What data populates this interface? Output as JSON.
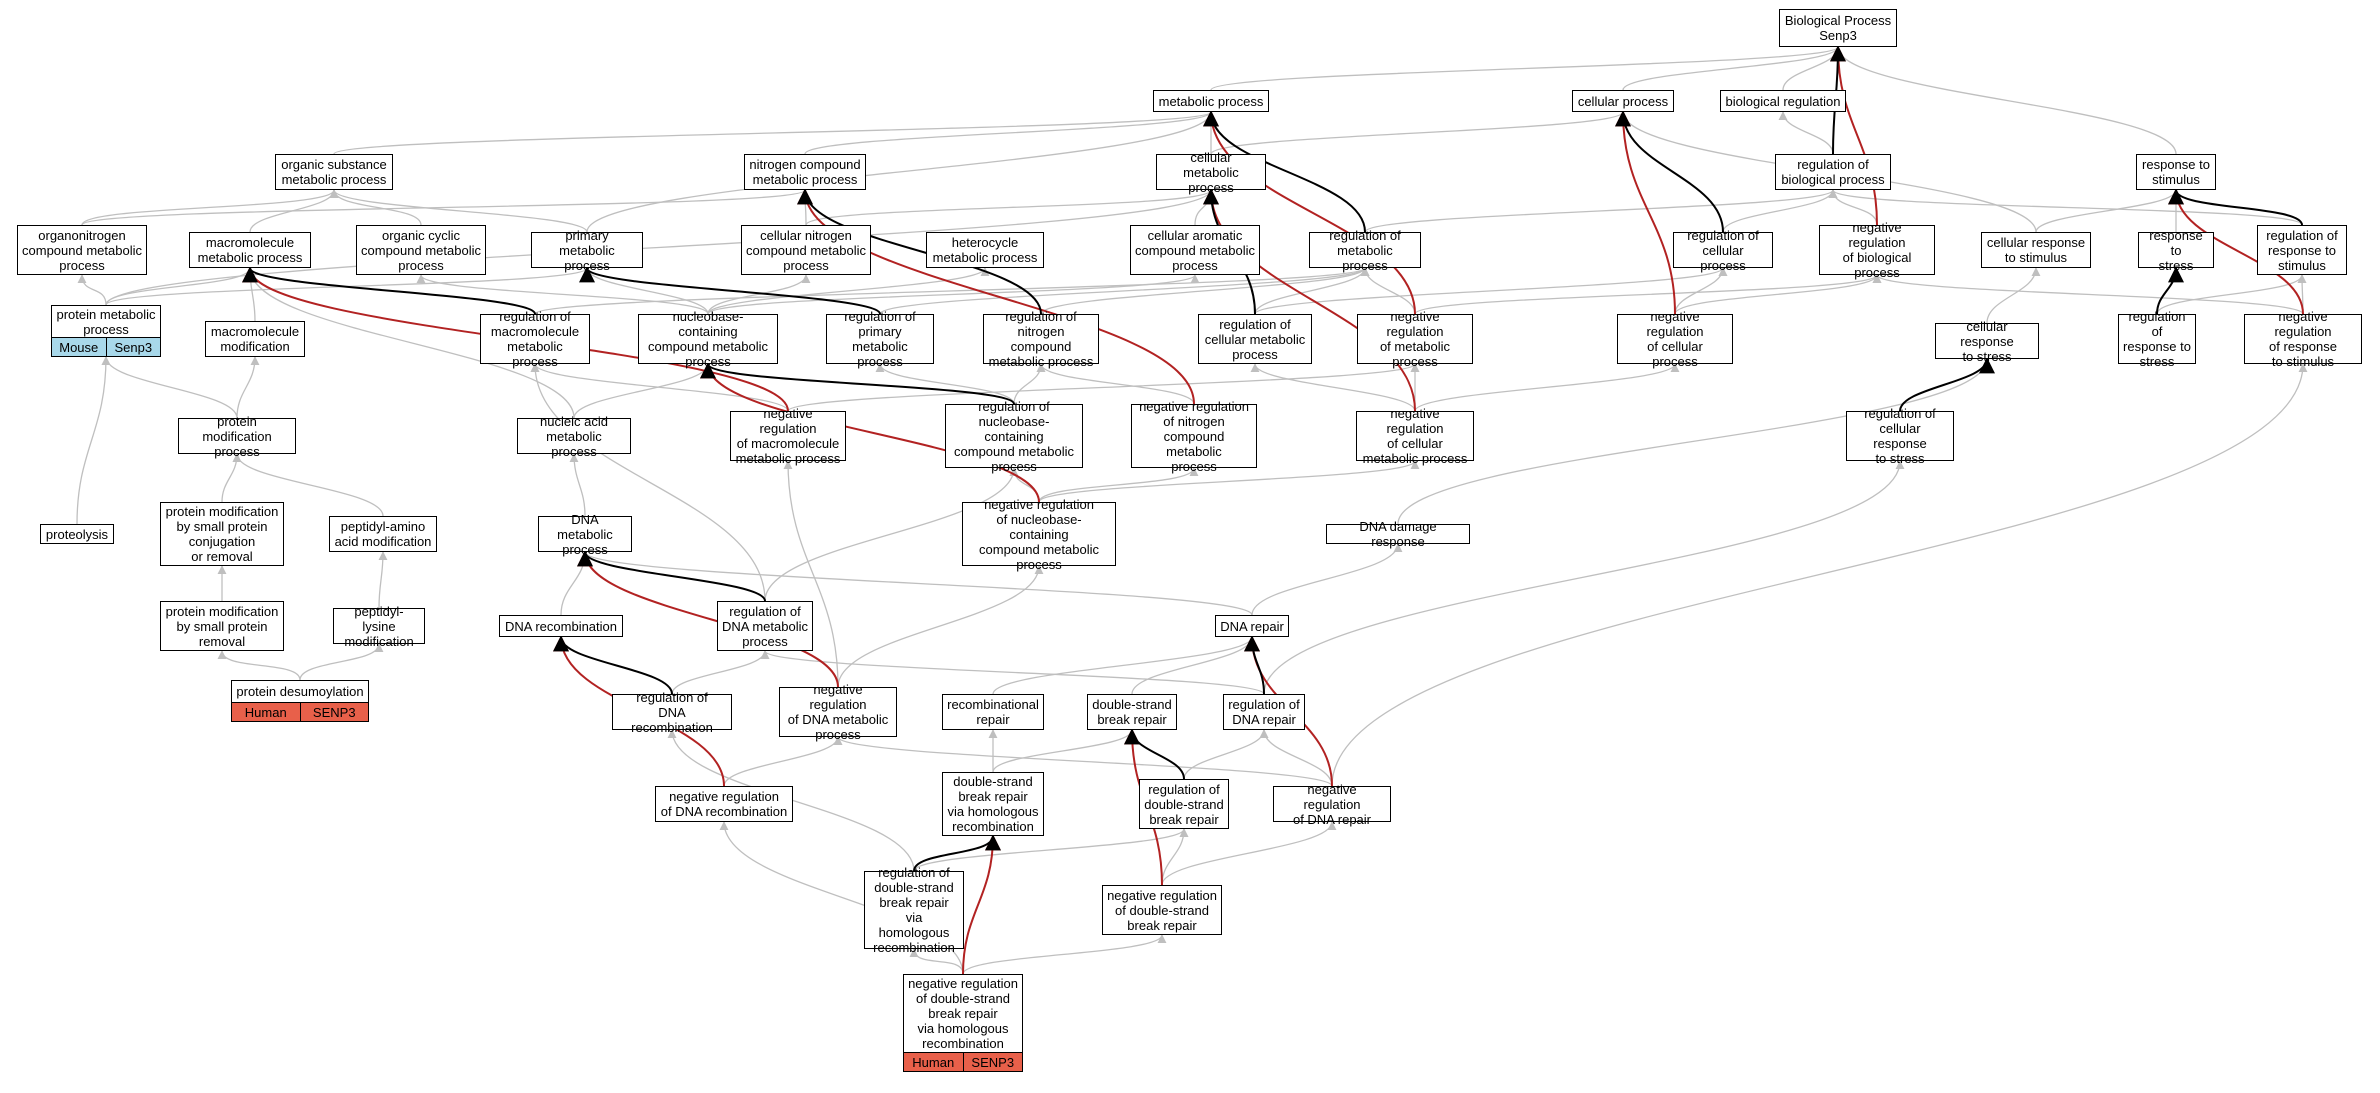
{
  "colors": {
    "edge_default": "#bfbfbf",
    "edge_positive": "#000000",
    "edge_negative": "#b22222",
    "tag_mouse": "#a8d8ea",
    "tag_human": "#e8604a"
  },
  "nodes": [
    {
      "id": "bp",
      "label": "Biological Process\nSenp3"
    },
    {
      "id": "mp",
      "label": "metabolic process"
    },
    {
      "id": "cp",
      "label": "cellular process"
    },
    {
      "id": "br",
      "label": "biological regulation"
    },
    {
      "id": "osmp",
      "label": "organic substance\nmetabolic process"
    },
    {
      "id": "ncmp",
      "label": "nitrogen compound\nmetabolic process"
    },
    {
      "id": "cmp",
      "label": "cellular metabolic\nprocess"
    },
    {
      "id": "rbp",
      "label": "regulation of\nbiological process"
    },
    {
      "id": "rts",
      "label": "response to\nstimulus"
    },
    {
      "id": "oncmp",
      "label": "organonitrogen\ncompound metabolic\nprocess"
    },
    {
      "id": "mmp",
      "label": "macromolecule\nmetabolic process"
    },
    {
      "id": "occmp",
      "label": "organic cyclic\ncompound metabolic\nprocess"
    },
    {
      "id": "pmp",
      "label": "primary metabolic\nprocess"
    },
    {
      "id": "cncmp",
      "label": "cellular nitrogen\ncompound metabolic\nprocess"
    },
    {
      "id": "hmp",
      "label": "heterocycle\nmetabolic process"
    },
    {
      "id": "cacmp",
      "label": "cellular aromatic\ncompound metabolic\nprocess"
    },
    {
      "id": "rmp",
      "label": "regulation of\nmetabolic process"
    },
    {
      "id": "rcp",
      "label": "regulation of\ncellular process"
    },
    {
      "id": "nrbp",
      "label": "negative regulation\nof biological\nprocess"
    },
    {
      "id": "crs",
      "label": "cellular response\nto stimulus"
    },
    {
      "id": "rtstr",
      "label": "response to\nstress"
    },
    {
      "id": "rrts",
      "label": "regulation of\nresponse to\nstimulus"
    },
    {
      "id": "prmp",
      "label": "protein metabolic\nprocess",
      "tags": [
        {
          "text": "Mouse",
          "color": "tag_mouse"
        },
        {
          "text": "Senp3",
          "color": "tag_mouse"
        }
      ]
    },
    {
      "id": "mmod",
      "label": "macromolecule\nmodification"
    },
    {
      "id": "rmmp",
      "label": "regulation of\nmacromolecule\nmetabolic process"
    },
    {
      "id": "nbcmp",
      "label": "nucleobase-containing\ncompound metabolic\nprocess"
    },
    {
      "id": "rpmp",
      "label": "regulation of\nprimary metabolic\nprocess"
    },
    {
      "id": "rncmp",
      "label": "regulation of\nnitrogen compound\nmetabolic process"
    },
    {
      "id": "rcmp",
      "label": "regulation of\ncellular metabolic\nprocess"
    },
    {
      "id": "nrmp",
      "label": "negative regulation\nof metabolic\nprocess"
    },
    {
      "id": "nrcp",
      "label": "negative regulation\nof cellular\nprocess"
    },
    {
      "id": "crstr",
      "label": "cellular response\nto stress"
    },
    {
      "id": "rrstr",
      "label": "regulation of\nresponse to\nstress"
    },
    {
      "id": "nrrts",
      "label": "negative regulation\nof response\nto stimulus"
    },
    {
      "id": "pmod",
      "label": "protein modification\nprocess"
    },
    {
      "id": "namp",
      "label": "nucleic acid\nmetabolic process"
    },
    {
      "id": "nrmmp",
      "label": "negative regulation\nof macromolecule\nmetabolic process"
    },
    {
      "id": "rnbcmp",
      "label": "regulation of\nnucleobase-containing\ncompound metabolic\nprocess"
    },
    {
      "id": "nrncmp",
      "label": "negative regulation\nof nitrogen\ncompound metabolic\nprocess"
    },
    {
      "id": "nrcmp",
      "label": "negative regulation\nof cellular\nmetabolic process"
    },
    {
      "id": "rcrstr",
      "label": "regulation of\ncellular response\nto stress"
    },
    {
      "id": "prot",
      "label": "proteolysis"
    },
    {
      "id": "pmspc",
      "label": "protein modification\nby small protein\nconjugation\nor removal"
    },
    {
      "id": "pam",
      "label": "peptidyl-amino\nacid modification"
    },
    {
      "id": "dnamp",
      "label": "DNA metabolic\nprocess"
    },
    {
      "id": "nrnbcmp",
      "label": "negative regulation\nof nucleobase-containing\ncompound metabolic\nprocess"
    },
    {
      "id": "ddr",
      "label": "DNA damage response"
    },
    {
      "id": "pmspr",
      "label": "protein modification\nby small protein\nremoval"
    },
    {
      "id": "plm",
      "label": "peptidyl-lysine\nmodification"
    },
    {
      "id": "dnarec",
      "label": "DNA recombination"
    },
    {
      "id": "rdnamp",
      "label": "regulation of\nDNA metabolic\nprocess"
    },
    {
      "id": "dnarep",
      "label": "DNA repair"
    },
    {
      "id": "pdesumo",
      "label": "protein desumoylation",
      "tags": [
        {
          "text": "Human",
          "color": "tag_human"
        },
        {
          "text": "SENP3",
          "color": "tag_human"
        }
      ]
    },
    {
      "id": "rdnarec",
      "label": "regulation of\nDNA recombination"
    },
    {
      "id": "nrdnamp",
      "label": "negative regulation\nof DNA metabolic\nprocess"
    },
    {
      "id": "recrep",
      "label": "recombinational\nrepair"
    },
    {
      "id": "dsbr",
      "label": "double-strand\nbreak repair"
    },
    {
      "id": "rdnarep",
      "label": "regulation of\nDNA repair"
    },
    {
      "id": "nrdnarec",
      "label": "negative regulation\nof DNA recombination"
    },
    {
      "id": "dsbrhr",
      "label": "double-strand\nbreak repair\nvia homologous\nrecombination"
    },
    {
      "id": "rdsbr",
      "label": "regulation of\ndouble-strand\nbreak repair"
    },
    {
      "id": "nrdnarep",
      "label": "negative regulation\nof DNA repair"
    },
    {
      "id": "rdsbrhr",
      "label": "regulation of\ndouble-strand\nbreak repair\nvia homologous\nrecombination"
    },
    {
      "id": "nrdsbr",
      "label": "negative regulation\nof double-strand\nbreak repair"
    },
    {
      "id": "nrdsbrhr",
      "label": "negative regulation\nof double-strand\nbreak repair\nvia homologous\nrecombination",
      "tags": [
        {
          "text": "Human",
          "color": "tag_human"
        },
        {
          "text": "SENP3",
          "color": "tag_human"
        }
      ]
    }
  ],
  "edges": [
    [
      "mp",
      "bp",
      "g"
    ],
    [
      "cp",
      "bp",
      "g"
    ],
    [
      "br",
      "bp",
      "g"
    ],
    [
      "rbp",
      "bp",
      "k"
    ],
    [
      "nrbp",
      "bp",
      "r"
    ],
    [
      "rts",
      "bp",
      "g"
    ],
    [
      "osmp",
      "mp",
      "g"
    ],
    [
      "ncmp",
      "mp",
      "g"
    ],
    [
      "cmp",
      "mp",
      "g"
    ],
    [
      "rmp",
      "mp",
      "k"
    ],
    [
      "nrmp",
      "mp",
      "r"
    ],
    [
      "pmp",
      "mp",
      "g"
    ],
    [
      "cmp",
      "cp",
      "g"
    ],
    [
      "rcp",
      "cp",
      "k"
    ],
    [
      "nrcp",
      "cp",
      "r"
    ],
    [
      "crs",
      "cp",
      "g"
    ],
    [
      "rbp",
      "br",
      "g"
    ],
    [
      "rcp",
      "rbp",
      "g"
    ],
    [
      "nrbp",
      "rbp",
      "g"
    ],
    [
      "rrts",
      "rbp",
      "g"
    ],
    [
      "rmp",
      "rbp",
      "g"
    ],
    [
      "crs",
      "rts",
      "g"
    ],
    [
      "rtstr",
      "rts",
      "g"
    ],
    [
      "rrts",
      "rts",
      "k"
    ],
    [
      "nrrts",
      "rts",
      "r"
    ],
    [
      "oncmp",
      "osmp",
      "g"
    ],
    [
      "mmp",
      "osmp",
      "g"
    ],
    [
      "occmp",
      "osmp",
      "g"
    ],
    [
      "pmp",
      "osmp",
      "g"
    ],
    [
      "oncmp",
      "ncmp",
      "g"
    ],
    [
      "cncmp",
      "ncmp",
      "g"
    ],
    [
      "rncmp",
      "ncmp",
      "k"
    ],
    [
      "nrncmp",
      "ncmp",
      "r"
    ],
    [
      "cncmp",
      "cmp",
      "g"
    ],
    [
      "cacmp",
      "cmp",
      "g"
    ],
    [
      "rcmp",
      "cmp",
      "k"
    ],
    [
      "nrcmp",
      "cmp",
      "r"
    ],
    [
      "prmp",
      "cmp",
      "g"
    ],
    [
      "prmp",
      "oncmp",
      "g"
    ],
    [
      "prmp",
      "mmp",
      "g"
    ],
    [
      "mmod",
      "mmp",
      "g"
    ],
    [
      "rmmp",
      "mmp",
      "k"
    ],
    [
      "nrmmp",
      "mmp",
      "r"
    ],
    [
      "namp",
      "mmp",
      "g"
    ],
    [
      "nbcmp",
      "occmp",
      "g"
    ],
    [
      "nbcmp",
      "pmp",
      "g"
    ],
    [
      "rpmp",
      "pmp",
      "k"
    ],
    [
      "prmp",
      "pmp",
      "g"
    ],
    [
      "nbcmp",
      "cncmp",
      "g"
    ],
    [
      "nbcmp",
      "hmp",
      "g"
    ],
    [
      "nbcmp",
      "cacmp",
      "g"
    ],
    [
      "rpmp",
      "rmp",
      "g"
    ],
    [
      "rncmp",
      "rmp",
      "g"
    ],
    [
      "rcmp",
      "rmp",
      "g"
    ],
    [
      "nrmp",
      "rmp",
      "g"
    ],
    [
      "rmmp",
      "rmp",
      "g"
    ],
    [
      "rcmp",
      "rcp",
      "g"
    ],
    [
      "nrcp",
      "rcp",
      "g"
    ],
    [
      "crstr",
      "crs",
      "g"
    ],
    [
      "rrstr",
      "rtstr",
      "k"
    ],
    [
      "rcrstr",
      "crstr",
      "k"
    ],
    [
      "nrrts",
      "rrts",
      "g"
    ],
    [
      "rrstr",
      "rrts",
      "g"
    ],
    [
      "nrmp",
      "nrbp",
      "g"
    ],
    [
      "nrcp",
      "nrbp",
      "g"
    ],
    [
      "nrrts",
      "nrbp",
      "g"
    ],
    [
      "pmod",
      "mmod",
      "g"
    ],
    [
      "pmod",
      "prmp",
      "g"
    ],
    [
      "prot",
      "prmp",
      "g"
    ],
    [
      "namp",
      "nbcmp",
      "g"
    ],
    [
      "rnbcmp",
      "nbcmp",
      "k"
    ],
    [
      "nrnbcmp",
      "nbcmp",
      "r"
    ],
    [
      "rnbcmp",
      "rpmp",
      "g"
    ],
    [
      "rnbcmp",
      "rncmp",
      "g"
    ],
    [
      "nrncmp",
      "rncmp",
      "g"
    ],
    [
      "nrcmp",
      "rcmp",
      "g"
    ],
    [
      "nrcmp",
      "nrmp",
      "g"
    ],
    [
      "nrcmp",
      "nrcp",
      "g"
    ],
    [
      "nrmmp",
      "rmmp",
      "g"
    ],
    [
      "nrmmp",
      "nrmp",
      "g"
    ],
    [
      "nrnbcmp",
      "rnbcmp",
      "g"
    ],
    [
      "nrnbcmp",
      "nrcmp",
      "g"
    ],
    [
      "nrnbcmp",
      "nrncmp",
      "g"
    ],
    [
      "pmspc",
      "pmod",
      "g"
    ],
    [
      "pam",
      "pmod",
      "g"
    ],
    [
      "plm",
      "pam",
      "g"
    ],
    [
      "pmspr",
      "pmspc",
      "g"
    ],
    [
      "pdesumo",
      "pmspr",
      "g"
    ],
    [
      "pdesumo",
      "plm",
      "g"
    ],
    [
      "dnamp",
      "namp",
      "g"
    ],
    [
      "rdnamp",
      "dnamp",
      "k"
    ],
    [
      "nrdnamp",
      "dnamp",
      "r"
    ],
    [
      "dnarec",
      "dnamp",
      "g"
    ],
    [
      "dnarep",
      "dnamp",
      "g"
    ],
    [
      "rdnamp",
      "rnbcmp",
      "g"
    ],
    [
      "nrdnamp",
      "nrnbcmp",
      "g"
    ],
    [
      "nrdnamp",
      "nrmmp",
      "g"
    ],
    [
      "rdnamp",
      "rmmp",
      "g"
    ],
    [
      "rdnarec",
      "dnarec",
      "k"
    ],
    [
      "nrdnarec",
      "dnarec",
      "r"
    ],
    [
      "rdnarec",
      "rdnamp",
      "g"
    ],
    [
      "nrdnarec",
      "nrdnamp",
      "g"
    ],
    [
      "rdnarec",
      "dnarec",
      "g"
    ],
    [
      "dnarep",
      "ddr",
      "g"
    ],
    [
      "ddr",
      "crstr",
      "g"
    ],
    [
      "recrep",
      "dnarep",
      "g"
    ],
    [
      "dsbr",
      "dnarep",
      "g"
    ],
    [
      "rdnarep",
      "dnarep",
      "k"
    ],
    [
      "nrdnarep",
      "dnarep",
      "r"
    ],
    [
      "rdnarep",
      "rdnamp",
      "g"
    ],
    [
      "rdnarep",
      "rcrstr",
      "g"
    ],
    [
      "nrdnarep",
      "nrdnamp",
      "g"
    ],
    [
      "nrdnarep",
      "nrrts",
      "g"
    ],
    [
      "nrdnarep",
      "rdnarep",
      "g"
    ],
    [
      "dsbrhr",
      "recrep",
      "g"
    ],
    [
      "dsbrhr",
      "dsbr",
      "g"
    ],
    [
      "rdsbr",
      "dsbr",
      "k"
    ],
    [
      "nrdsbr",
      "dsbr",
      "r"
    ],
    [
      "rdsbr",
      "rdnarep",
      "g"
    ],
    [
      "nrdsbr",
      "nrdnarep",
      "g"
    ],
    [
      "nrdsbr",
      "rdsbr",
      "g"
    ],
    [
      "rdsbrhr",
      "dsbrhr",
      "k"
    ],
    [
      "rdsbrhr",
      "rdsbr",
      "g"
    ],
    [
      "rdsbrhr",
      "rdnarec",
      "g"
    ],
    [
      "nrdsbrhr",
      "rdsbrhr",
      "g"
    ],
    [
      "nrdsbrhr",
      "dsbrhr",
      "r"
    ],
    [
      "nrdsbrhr",
      "nrdsbr",
      "g"
    ],
    [
      "nrdsbrhr",
      "nrdnarec",
      "g"
    ]
  ]
}
